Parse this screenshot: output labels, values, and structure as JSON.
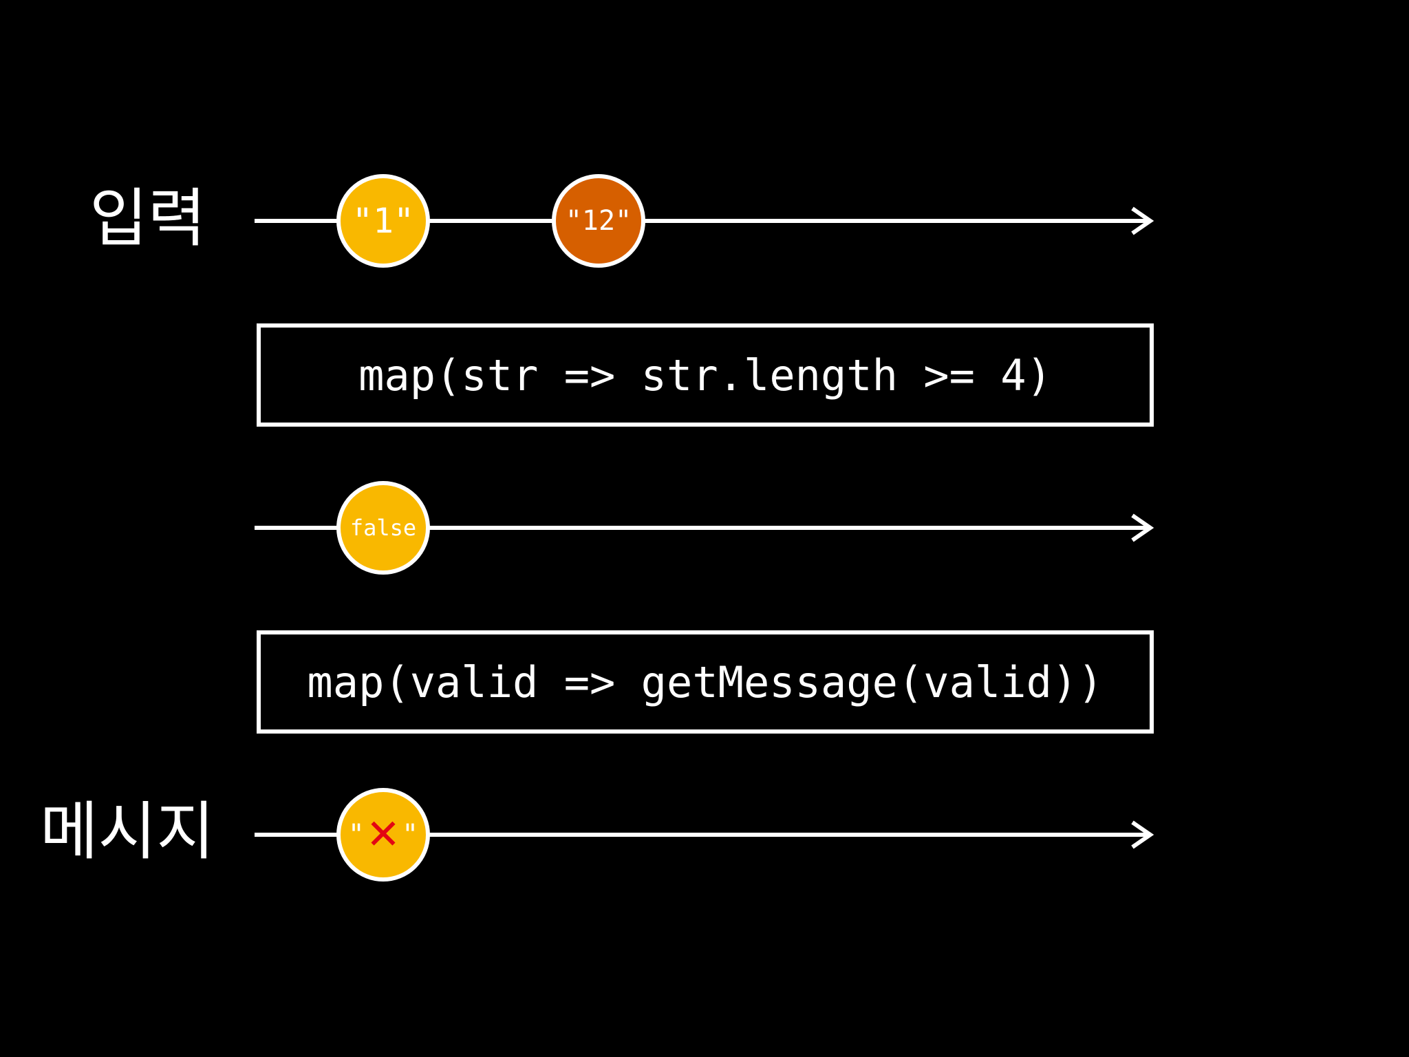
{
  "diagram": {
    "colors": {
      "background": "#000000",
      "line": "#ffffff",
      "marble_yellow": "#f9b800",
      "marble_orange": "#d65f00",
      "cross_red": "#e30613"
    },
    "rows": [
      {
        "label": "입력",
        "marbles": [
          {
            "text": "\"1\"",
            "color": "marble_yellow"
          },
          {
            "text": "\"12\"",
            "color": "marble_orange"
          }
        ]
      },
      {
        "operator": "map(str => str.length >= 4)"
      },
      {
        "label": "",
        "marbles": [
          {
            "text": "false",
            "color": "marble_yellow"
          }
        ]
      },
      {
        "operator": "map(valid => getMessage(valid))"
      },
      {
        "label": "메시지",
        "marbles": [
          {
            "quote_open": "\"",
            "icon": "cross-icon",
            "symbol": "✕",
            "quote_close": "\"",
            "color": "marble_yellow"
          }
        ]
      }
    ]
  }
}
